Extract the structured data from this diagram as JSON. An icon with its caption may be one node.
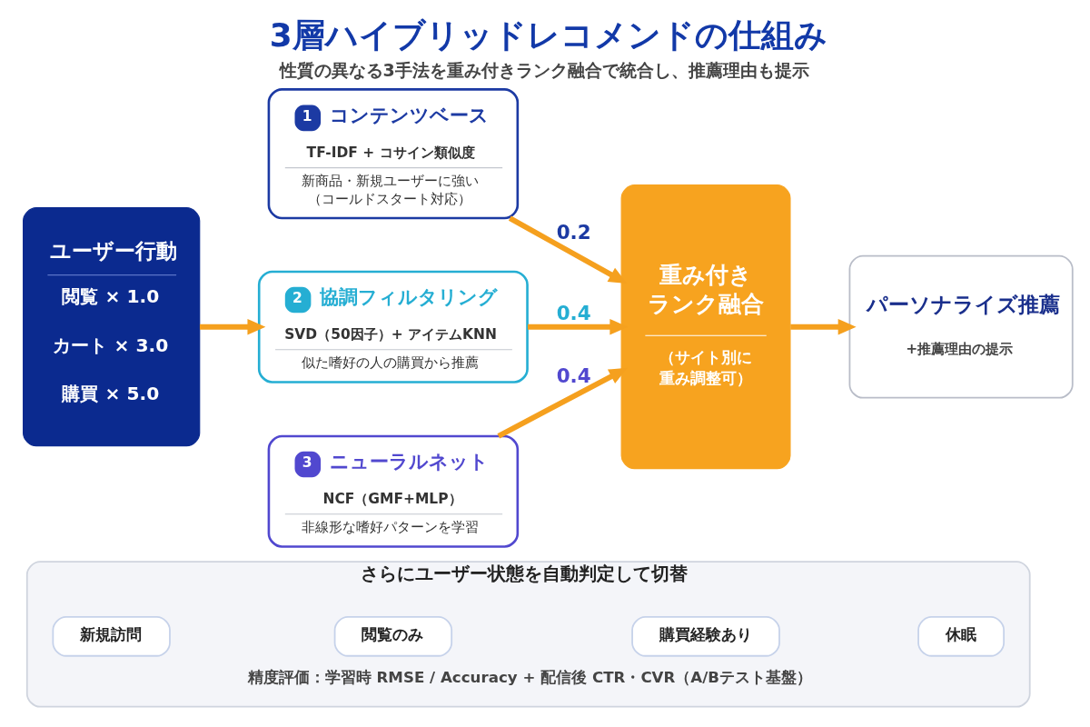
{
  "diagram": {
    "title": "3層ハイブリッドレコメンドの仕組み",
    "caption": "性質の異なる3手法を重み付きランク融合で統合し、推薦理由も提示",
    "nodes": [
      {
        "text": [
          "ユーザー行動",
          "閲覧 × 1.0",
          "カート × 3.0",
          "購買 × 5.0"
        ]
      },
      {
        "text": [
          "1",
          "コンテンツベース",
          "TF-IDF + コサイン類似度",
          "新商品・新規ユーザーに強い（コールドスタート対応）"
        ]
      },
      {
        "text": [
          "2",
          "協調フィルタリング",
          "SVD（50因子）+ アイテムKNN",
          "似た嗜好の人の購買から推薦"
        ]
      },
      {
        "text": [
          "3",
          "ニューラルネット",
          "NCF（GMF+MLP）",
          "非線形な嗜好パターンを学習"
        ]
      },
      {
        "text": [
          "重み付きランク融合",
          "（サイト別に重み調整可）"
        ]
      },
      {
        "text": [
          "パーソナライズ推薦",
          "+推薦理由の提示"
        ]
      },
      {
        "text": [
          "さらにユーザー状態を自動判定して切替",
          "精度評価：学習時 RMSE / Accuracy + 配信後 CTR・CVR（A/Bテスト基盤）"
        ]
      },
      {
        "text": [
          "新規訪問"
        ],
        "in": 6
      },
      {
        "text": [
          "閲覧のみ"
        ],
        "in": 6
      },
      {
        "text": [
          "購買経験あり"
        ],
        "in": 6
      },
      {
        "text": [
          "休眠"
        ],
        "in": 6
      }
    ],
    "edges": [
      {
        "from": 0,
        "to": 2,
        "arrow": "to"
      },
      {
        "from": 1,
        "to": 4,
        "arrow": "to",
        "label": "0.2"
      },
      {
        "from": 2,
        "to": 4,
        "arrow": "to",
        "label": "0.4"
      },
      {
        "from": 3,
        "to": 4,
        "arrow": "to",
        "label": "0.4"
      },
      {
        "from": 4,
        "to": 5,
        "arrow": "to"
      }
    ]
  }
}
